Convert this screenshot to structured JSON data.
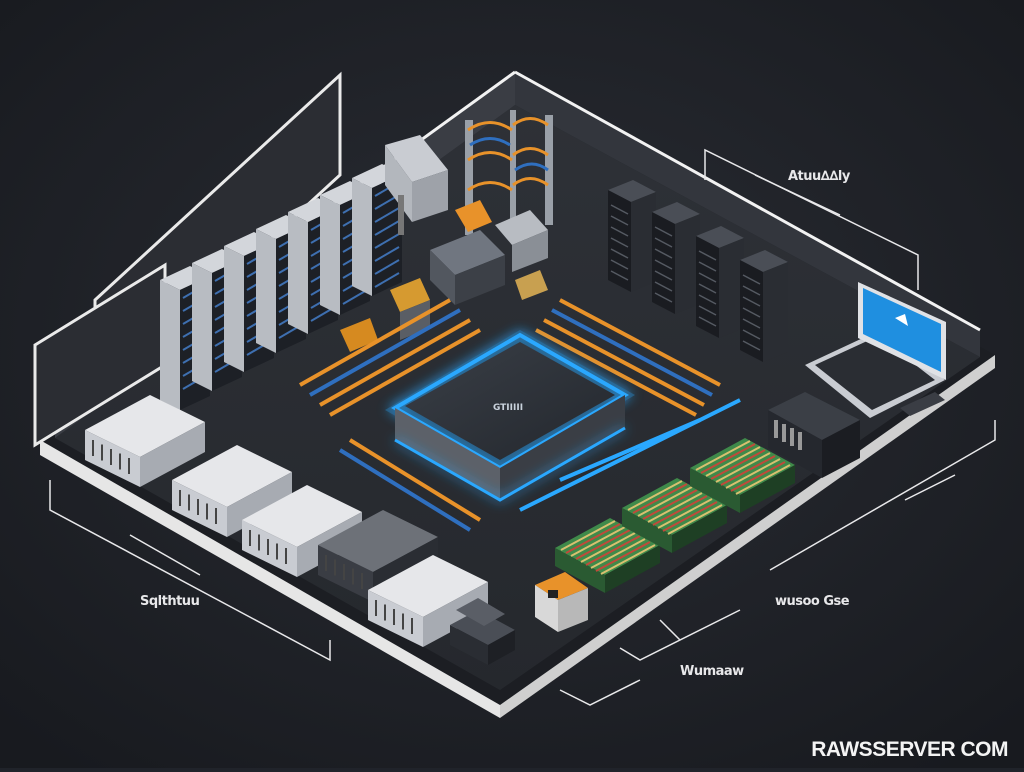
{
  "labels": {
    "top_right": "Atuu∆∆ly",
    "left": "Sqlthtuu",
    "bottom_right": "wusoo Gse",
    "bottom_center": "Wumaaw"
  },
  "chip_label": "GTIIIII",
  "watermark": "RAWSSERVER COM",
  "colors": {
    "background": "#20232a",
    "floor": "#2b2e34",
    "wall": "#3a3d44",
    "wall_edge": "#f2f2f2",
    "glow": "#2aa8ff",
    "cable_orange": "#e8922a",
    "cable_blue": "#2f6fbf",
    "server_dark": "#1d2026",
    "server_light": "#c9ccd2",
    "laptop_screen": "#1f8fe0",
    "ram_green": "#3f8a4a"
  },
  "icons": [
    "server-rack-icon",
    "laptop-icon",
    "ups-unit-icon",
    "ram-module-icon",
    "chip-icon"
  ]
}
